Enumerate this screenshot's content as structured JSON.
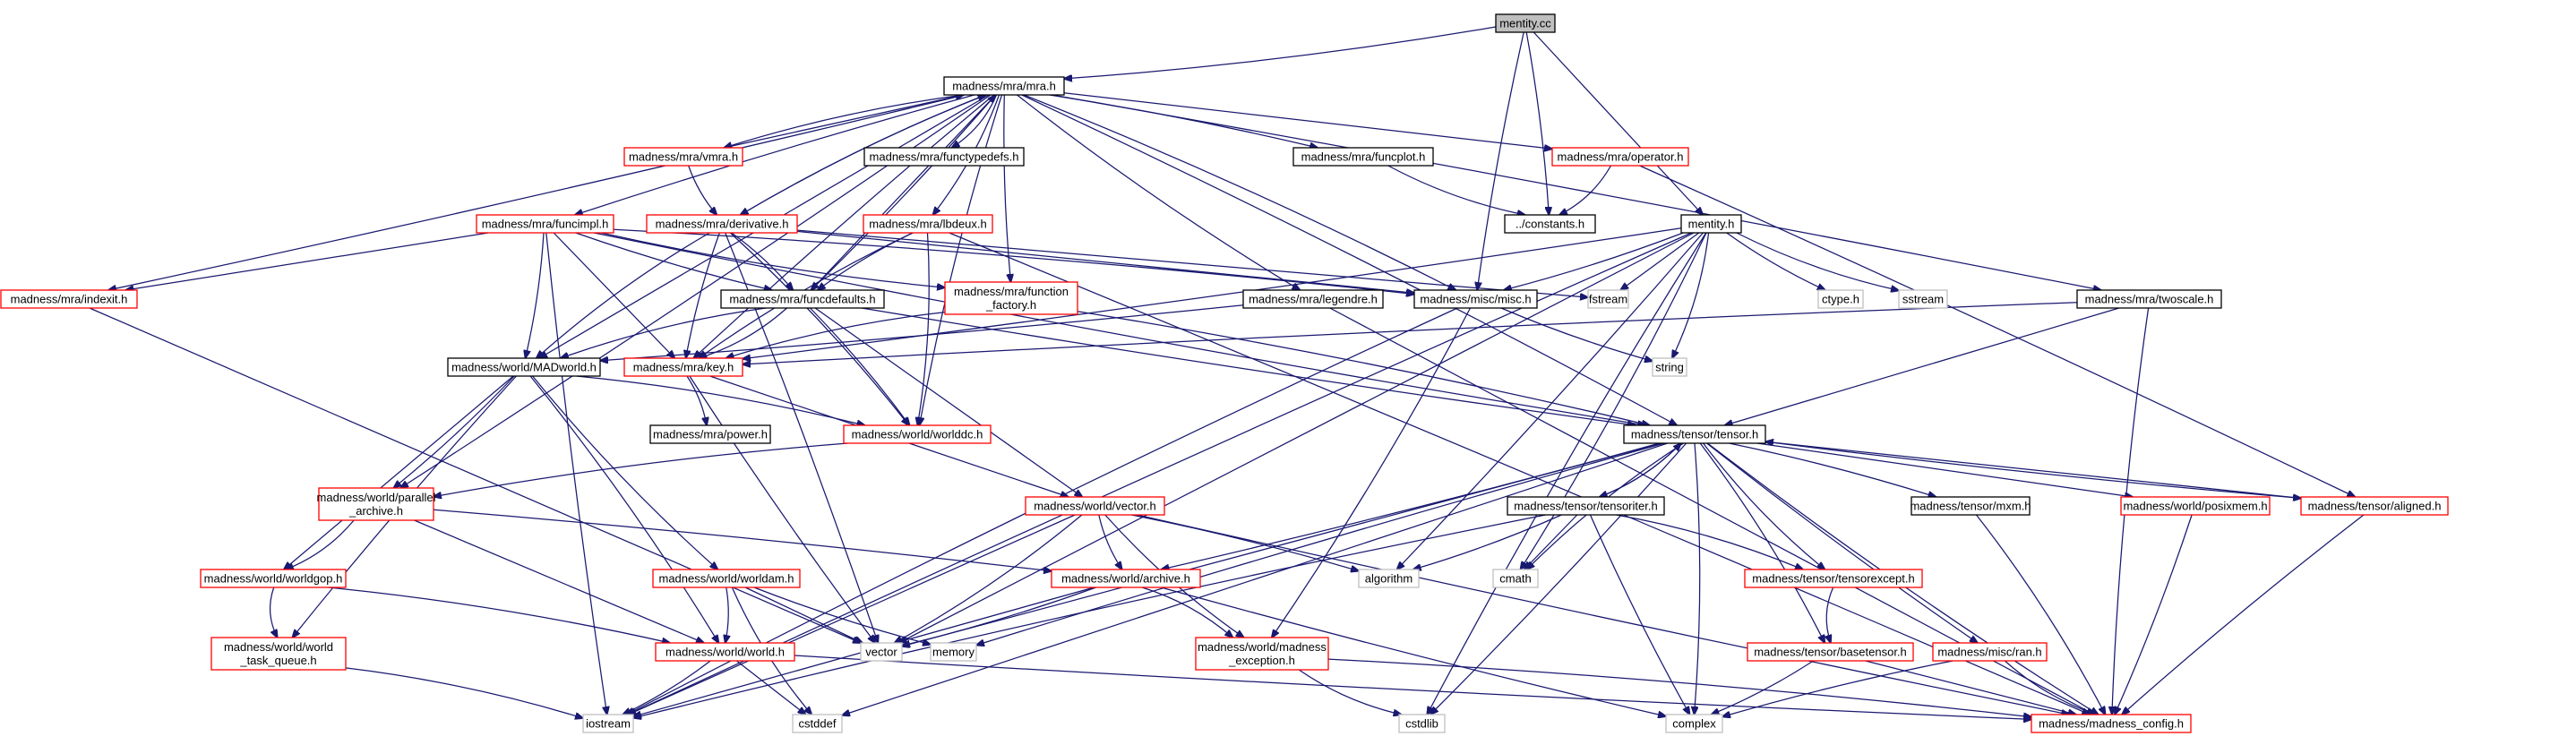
{
  "colors": {
    "root_fill": "#bfbfbf",
    "documented_border": "#000000",
    "undocumented_border": "#ff0000",
    "system_border": "#bfbfbf",
    "edge": "#191970"
  },
  "nodes": [
    {
      "id": "mentity_cc",
      "lines": [
        "mentity.cc"
      ],
      "kind": "root"
    },
    {
      "id": "mra_h",
      "lines": [
        "madness/mra/mra.h"
      ],
      "kind": "documented"
    },
    {
      "id": "vmra_h",
      "lines": [
        "madness/mra/vmra.h"
      ],
      "kind": "undocumented"
    },
    {
      "id": "functypedefs_h",
      "lines": [
        "madness/mra/functypedefs.h"
      ],
      "kind": "documented"
    },
    {
      "id": "funcplot_h",
      "lines": [
        "madness/mra/funcplot.h"
      ],
      "kind": "documented"
    },
    {
      "id": "operator_h",
      "lines": [
        "madness/mra/operator.h"
      ],
      "kind": "undocumented"
    },
    {
      "id": "constants_h",
      "lines": [
        "../constants.h"
      ],
      "kind": "documented"
    },
    {
      "id": "mentity_h",
      "lines": [
        "mentity.h"
      ],
      "kind": "documented"
    },
    {
      "id": "funcimpl_h",
      "lines": [
        "madness/mra/funcimpl.h"
      ],
      "kind": "undocumented"
    },
    {
      "id": "derivative_h",
      "lines": [
        "madness/mra/derivative.h"
      ],
      "kind": "undocumented"
    },
    {
      "id": "lbdeux_h",
      "lines": [
        "madness/mra/lbdeux.h"
      ],
      "kind": "undocumented"
    },
    {
      "id": "indexit_h",
      "lines": [
        "madness/mra/indexit.h"
      ],
      "kind": "undocumented"
    },
    {
      "id": "funcdefaults_h",
      "lines": [
        "madness/mra/funcdefaults.h"
      ],
      "kind": "documented"
    },
    {
      "id": "function_factory_h",
      "lines": [
        "madness/mra/function",
        "_factory.h"
      ],
      "kind": "undocumented"
    },
    {
      "id": "legendre_h",
      "lines": [
        "madness/mra/legendre.h"
      ],
      "kind": "documented"
    },
    {
      "id": "misc_h",
      "lines": [
        "madness/misc/misc.h"
      ],
      "kind": "documented"
    },
    {
      "id": "fstream",
      "lines": [
        "fstream"
      ],
      "kind": "system"
    },
    {
      "id": "ctype_h",
      "lines": [
        "ctype.h"
      ],
      "kind": "system"
    },
    {
      "id": "sstream",
      "lines": [
        "sstream"
      ],
      "kind": "system"
    },
    {
      "id": "twoscale_h",
      "lines": [
        "madness/mra/twoscale.h"
      ],
      "kind": "documented"
    },
    {
      "id": "madworld_h",
      "lines": [
        "madness/world/MADworld.h"
      ],
      "kind": "documented"
    },
    {
      "id": "key_h",
      "lines": [
        "madness/mra/key.h"
      ],
      "kind": "undocumented"
    },
    {
      "id": "string",
      "lines": [
        "string"
      ],
      "kind": "system"
    },
    {
      "id": "power_h",
      "lines": [
        "madness/mra/power.h"
      ],
      "kind": "documented"
    },
    {
      "id": "worlddc_h",
      "lines": [
        "madness/world/worlddc.h"
      ],
      "kind": "undocumented"
    },
    {
      "id": "tensor_h",
      "lines": [
        "madness/tensor/tensor.h"
      ],
      "kind": "documented"
    },
    {
      "id": "parallel_archive_h",
      "lines": [
        "madness/world/parallel",
        "_archive.h"
      ],
      "kind": "undocumented"
    },
    {
      "id": "vector_h",
      "lines": [
        "madness/world/vector.h"
      ],
      "kind": "undocumented"
    },
    {
      "id": "tensoriter_h",
      "lines": [
        "madness/tensor/tensoriter.h"
      ],
      "kind": "documented"
    },
    {
      "id": "mxm_h",
      "lines": [
        "madness/tensor/mxm.h"
      ],
      "kind": "documented"
    },
    {
      "id": "posixmem_h",
      "lines": [
        "madness/world/posixmem.h"
      ],
      "kind": "undocumented"
    },
    {
      "id": "aligned_h",
      "lines": [
        "madness/tensor/aligned.h"
      ],
      "kind": "undocumented"
    },
    {
      "id": "worldgop_h",
      "lines": [
        "madness/world/worldgop.h"
      ],
      "kind": "undocumented"
    },
    {
      "id": "worldam_h",
      "lines": [
        "madness/world/worldam.h"
      ],
      "kind": "undocumented"
    },
    {
      "id": "archive_h",
      "lines": [
        "madness/world/archive.h"
      ],
      "kind": "undocumented"
    },
    {
      "id": "algorithm",
      "lines": [
        "algorithm"
      ],
      "kind": "system"
    },
    {
      "id": "cmath",
      "lines": [
        "cmath"
      ],
      "kind": "system"
    },
    {
      "id": "tensorexcept_h",
      "lines": [
        "madness/tensor/tensorexcept.h"
      ],
      "kind": "undocumented"
    },
    {
      "id": "world_task_queue_h",
      "lines": [
        "madness/world/world",
        "_task_queue.h"
      ],
      "kind": "undocumented"
    },
    {
      "id": "world_h",
      "lines": [
        "madness/world/world.h"
      ],
      "kind": "undocumented"
    },
    {
      "id": "vector",
      "lines": [
        "vector"
      ],
      "kind": "system"
    },
    {
      "id": "memory",
      "lines": [
        "memory"
      ],
      "kind": "system"
    },
    {
      "id": "madness_exception_h",
      "lines": [
        "madness/world/madness",
        "_exception.h"
      ],
      "kind": "undocumented"
    },
    {
      "id": "basetensor_h",
      "lines": [
        "madness/tensor/basetensor.h"
      ],
      "kind": "undocumented"
    },
    {
      "id": "ran_h",
      "lines": [
        "madness/misc/ran.h"
      ],
      "kind": "undocumented"
    },
    {
      "id": "iostream",
      "lines": [
        "iostream"
      ],
      "kind": "system"
    },
    {
      "id": "cstddef",
      "lines": [
        "cstddef"
      ],
      "kind": "system"
    },
    {
      "id": "cstdlib",
      "lines": [
        "cstdlib"
      ],
      "kind": "system"
    },
    {
      "id": "complex",
      "lines": [
        "complex"
      ],
      "kind": "system"
    },
    {
      "id": "madness_config_h",
      "lines": [
        "madness/madness_config.h"
      ],
      "kind": "undocumented"
    }
  ],
  "edges": [
    [
      "mentity_cc",
      "mra_h"
    ],
    [
      "mentity_cc",
      "constants_h"
    ],
    [
      "mentity_cc",
      "mentity_h"
    ],
    [
      "mentity_cc",
      "misc_h"
    ],
    [
      "mra_h",
      "vmra_h"
    ],
    [
      "mra_h",
      "functypedefs_h"
    ],
    [
      "mra_h",
      "funcplot_h"
    ],
    [
      "mra_h",
      "operator_h"
    ],
    [
      "mra_h",
      "funcimpl_h"
    ],
    [
      "mra_h",
      "derivative_h"
    ],
    [
      "mra_h",
      "lbdeux_h"
    ],
    [
      "mra_h",
      "indexit_h"
    ],
    [
      "mra_h",
      "funcdefaults_h"
    ],
    [
      "mra_h",
      "function_factory_h"
    ],
    [
      "mra_h",
      "legendre_h"
    ],
    [
      "mra_h",
      "misc_h"
    ],
    [
      "mra_h",
      "twoscale_h"
    ],
    [
      "mra_h",
      "madworld_h"
    ],
    [
      "mra_h",
      "key_h"
    ],
    [
      "mra_h",
      "worlddc_h"
    ],
    [
      "mra_h",
      "tensor_h"
    ],
    [
      "mra_h",
      "parallel_archive_h"
    ],
    [
      "vmra_h",
      "mra_h"
    ],
    [
      "vmra_h",
      "derivative_h"
    ],
    [
      "funcplot_h",
      "constants_h"
    ],
    [
      "operator_h",
      "constants_h"
    ],
    [
      "operator_h",
      "aligned_h"
    ],
    [
      "funcimpl_h",
      "indexit_h"
    ],
    [
      "funcimpl_h",
      "funcdefaults_h"
    ],
    [
      "funcimpl_h",
      "function_factory_h"
    ],
    [
      "funcimpl_h",
      "misc_h"
    ],
    [
      "funcimpl_h",
      "madworld_h"
    ],
    [
      "funcimpl_h",
      "key_h"
    ],
    [
      "funcimpl_h",
      "iostream"
    ],
    [
      "funcimpl_h",
      "tensor_h"
    ],
    [
      "derivative_h",
      "mra_h"
    ],
    [
      "derivative_h",
      "funcdefaults_h"
    ],
    [
      "derivative_h",
      "misc_h"
    ],
    [
      "derivative_h",
      "key_h"
    ],
    [
      "derivative_h",
      "madworld_h"
    ],
    [
      "derivative_h",
      "worlddc_h"
    ],
    [
      "derivative_h",
      "vector"
    ],
    [
      "derivative_h",
      "fstream"
    ],
    [
      "lbdeux_h",
      "funcdefaults_h"
    ],
    [
      "lbdeux_h",
      "key_h"
    ],
    [
      "lbdeux_h",
      "worlddc_h"
    ],
    [
      "lbdeux_h",
      "madness_config_h"
    ],
    [
      "indexit_h",
      "vector"
    ],
    [
      "funcdefaults_h",
      "mra_h"
    ],
    [
      "funcdefaults_h",
      "madworld_h"
    ],
    [
      "funcdefaults_h",
      "key_h"
    ],
    [
      "funcdefaults_h",
      "worlddc_h"
    ],
    [
      "funcdefaults_h",
      "vector_h"
    ],
    [
      "funcdefaults_h",
      "tensor_h"
    ],
    [
      "function_factory_h",
      "key_h"
    ],
    [
      "function_factory_h",
      "tensor_h"
    ],
    [
      "legendre_h",
      "madworld_h"
    ],
    [
      "legendre_h",
      "madness_config_h"
    ],
    [
      "misc_h",
      "string"
    ],
    [
      "misc_h",
      "iostream"
    ],
    [
      "misc_h",
      "madness_exception_h"
    ],
    [
      "mentity_h",
      "misc_h"
    ],
    [
      "mentity_h",
      "fstream"
    ],
    [
      "mentity_h",
      "ctype_h"
    ],
    [
      "mentity_h",
      "sstream"
    ],
    [
      "mentity_h",
      "string"
    ],
    [
      "mentity_h",
      "algorithm"
    ],
    [
      "mentity_h",
      "vector"
    ],
    [
      "mentity_h",
      "iostream"
    ],
    [
      "mentity_h",
      "cstdlib"
    ],
    [
      "mentity_h",
      "cmath"
    ],
    [
      "mentity_h",
      "key_h"
    ],
    [
      "twoscale_h",
      "tensor_h"
    ],
    [
      "twoscale_h",
      "key_h"
    ],
    [
      "twoscale_h",
      "madness_config_h"
    ],
    [
      "madworld_h",
      "worlddc_h"
    ],
    [
      "madworld_h",
      "parallel_archive_h"
    ],
    [
      "madworld_h",
      "worldgop_h"
    ],
    [
      "madworld_h",
      "world_task_queue_h"
    ],
    [
      "madworld_h",
      "worldam_h"
    ],
    [
      "madworld_h",
      "world_h"
    ],
    [
      "key_h",
      "power_h"
    ],
    [
      "key_h",
      "vector_h"
    ],
    [
      "key_h",
      "vector"
    ],
    [
      "worlddc_h",
      "parallel_archive_h"
    ],
    [
      "tensor_h",
      "tensoriter_h"
    ],
    [
      "tensor_h",
      "mxm_h"
    ],
    [
      "tensor_h",
      "posixmem_h"
    ],
    [
      "tensor_h",
      "aligned_h"
    ],
    [
      "tensor_h",
      "tensorexcept_h"
    ],
    [
      "tensor_h",
      "basetensor_h"
    ],
    [
      "tensor_h",
      "archive_h"
    ],
    [
      "tensor_h",
      "vector"
    ],
    [
      "tensor_h",
      "memory"
    ],
    [
      "tensor_h",
      "cmath"
    ],
    [
      "tensor_h",
      "complex"
    ],
    [
      "tensor_h",
      "cstdlib"
    ],
    [
      "tensor_h",
      "cstddef"
    ],
    [
      "tensor_h",
      "ran_h"
    ],
    [
      "tensor_h",
      "madness_config_h"
    ],
    [
      "parallel_archive_h",
      "worldgop_h"
    ],
    [
      "parallel_archive_h",
      "archive_h"
    ],
    [
      "parallel_archive_h",
      "world_h"
    ],
    [
      "vector_h",
      "archive_h"
    ],
    [
      "vector_h",
      "madness_exception_h"
    ],
    [
      "vector_h",
      "vector"
    ],
    [
      "vector_h",
      "algorithm"
    ],
    [
      "vector_h",
      "iostream"
    ],
    [
      "vector_h",
      "madness_config_h"
    ],
    [
      "tensoriter_h",
      "tensor_h"
    ],
    [
      "tensoriter_h",
      "tensorexcept_h"
    ],
    [
      "tensoriter_h",
      "algorithm"
    ],
    [
      "tensoriter_h",
      "cmath"
    ],
    [
      "tensoriter_h",
      "complex"
    ],
    [
      "tensoriter_h",
      "iostream"
    ],
    [
      "mxm_h",
      "madness_config_h"
    ],
    [
      "posixmem_h",
      "madness_config_h"
    ],
    [
      "aligned_h",
      "tensor_h"
    ],
    [
      "aligned_h",
      "madness_config_h"
    ],
    [
      "worldgop_h",
      "world_task_queue_h"
    ],
    [
      "worldgop_h",
      "world_h"
    ],
    [
      "worldam_h",
      "world_h"
    ],
    [
      "worldam_h",
      "vector"
    ],
    [
      "worldam_h",
      "memory"
    ],
    [
      "worldam_h",
      "cstddef"
    ],
    [
      "archive_h",
      "madness_exception_h"
    ],
    [
      "archive_h",
      "vector"
    ],
    [
      "archive_h",
      "iostream"
    ],
    [
      "archive_h",
      "complex"
    ],
    [
      "tensorexcept_h",
      "basetensor_h"
    ],
    [
      "world_task_queue_h",
      "iostream"
    ],
    [
      "world_h",
      "iostream"
    ],
    [
      "world_h",
      "cstddef"
    ],
    [
      "world_h",
      "madness_config_h"
    ],
    [
      "madness_exception_h",
      "cstdlib"
    ],
    [
      "madness_exception_h",
      "madness_config_h"
    ],
    [
      "basetensor_h",
      "complex"
    ],
    [
      "basetensor_h",
      "madness_config_h"
    ],
    [
      "ran_h",
      "complex"
    ],
    [
      "ran_h",
      "madness_config_h"
    ]
  ]
}
